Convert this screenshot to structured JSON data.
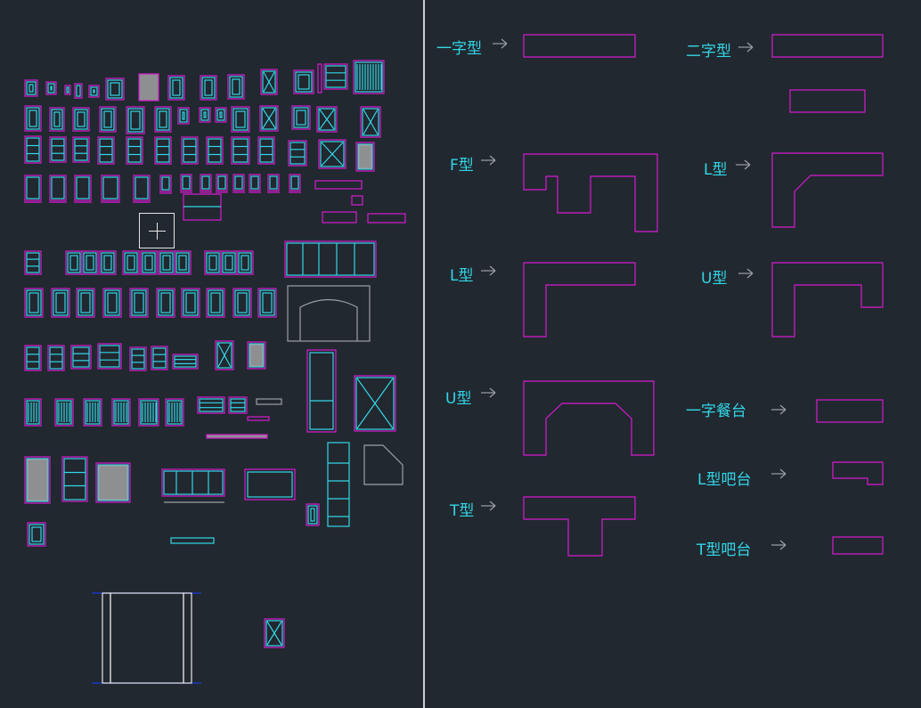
{
  "colors": {
    "background": "#212830",
    "divider": "#c9ced4",
    "magenta": "#d81ad0",
    "cyan": "#33d6e6",
    "gray": "#9aa0a6",
    "blue": "#1e3ad8",
    "arrow": "#9aa0a6"
  },
  "cursor": {
    "icon": "crosshair-cursor-icon"
  },
  "layouts": [
    {
      "label": "一字型"
    },
    {
      "label": "二字型"
    },
    {
      "label": "F型"
    },
    {
      "label": "L型"
    },
    {
      "label": "L型"
    },
    {
      "label": "U型"
    },
    {
      "label": "U型"
    },
    {
      "label": "一字餐台"
    },
    {
      "label": "L型吧台"
    },
    {
      "label": "T型"
    },
    {
      "label": "T型吧台"
    }
  ],
  "arrow_icon": "right-arrow-icon"
}
